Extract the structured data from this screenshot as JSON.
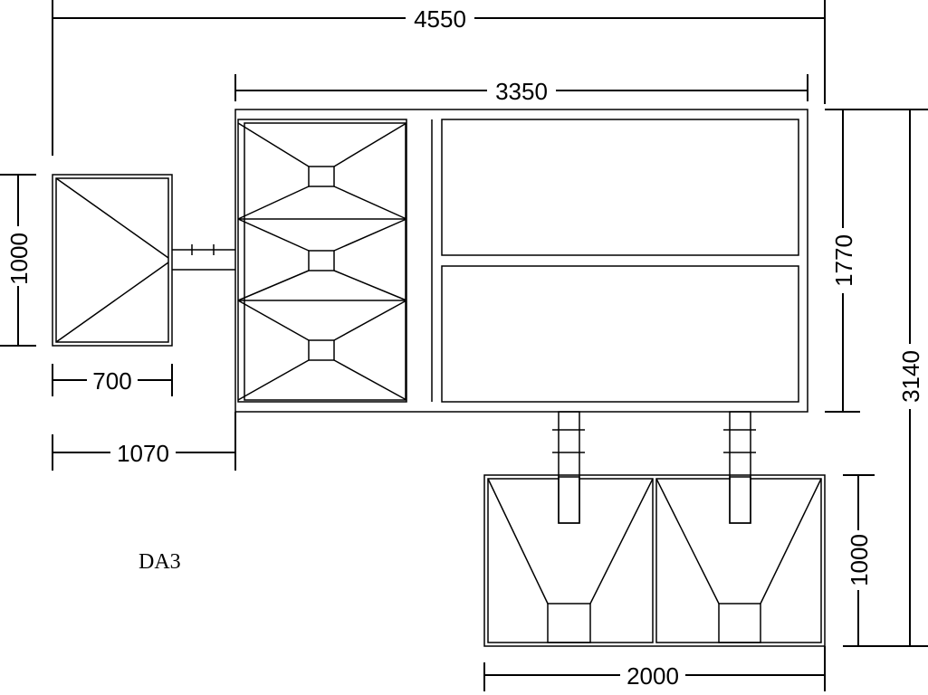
{
  "dimensions": {
    "total_width": "4550",
    "main_width": "3350",
    "left_height": "1000",
    "left_width": "700",
    "offset_width": "1070",
    "main_height": "1770",
    "total_height": "3140",
    "bottom_height": "1000",
    "bottom_width": "2000"
  },
  "caption": "DA3"
}
